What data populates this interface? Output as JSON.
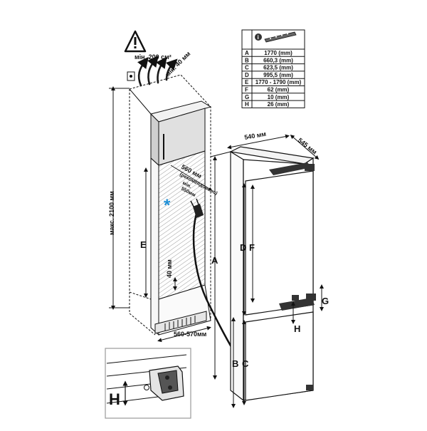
{
  "labels": {
    "ventilation": "мін. 200 см²",
    "min_40_top": "мін. 40 мм",
    "max_height": "макс. 2100 мм",
    "niche_depth_a": "560 мм",
    "niche_depth_b": "(рекомендовано)",
    "niche_depth_min_a": "мін.",
    "niche_depth_min_b": "550мм",
    "gap_40": "40 мм",
    "niche_width": "560-570мм",
    "width": "540 мм",
    "depth": "545 мм",
    "letter_A": "A",
    "letter_B": "B",
    "letter_C": "C",
    "letter_D": "D",
    "letter_E": "E",
    "letter_F": "F",
    "letter_G": "G",
    "letter_H": "H",
    "inset_H": "H",
    "star": "*"
  },
  "table": {
    "header_icon": "i",
    "rows": [
      {
        "letter": "A",
        "value": "1770 (mm)"
      },
      {
        "letter": "B",
        "value": "660,3 (mm)"
      },
      {
        "letter": "C",
        "value": "623,5 (mm)"
      },
      {
        "letter": "D",
        "value": "995,5 (mm)"
      },
      {
        "letter": "E",
        "value": "1770 - 1790 (mm)"
      },
      {
        "letter": "F",
        "value": "62 (mm)"
      },
      {
        "letter": "G",
        "value": "10 (mm)"
      },
      {
        "letter": "H",
        "value": "26 (mm)"
      }
    ]
  },
  "icons": {
    "warning": "warning-triangle-icon",
    "info": "info-icon",
    "hinge": "hinge-icon",
    "airflow": "airflow-arrows-icon",
    "plug": "power-plug-icon"
  },
  "colors": {
    "line": "#111111",
    "panel_grey": "#d9d9d9",
    "dark_grey": "#8a8a8a",
    "star_blue": "#1e8fd6",
    "frame_grey": "#9a9a9a"
  }
}
